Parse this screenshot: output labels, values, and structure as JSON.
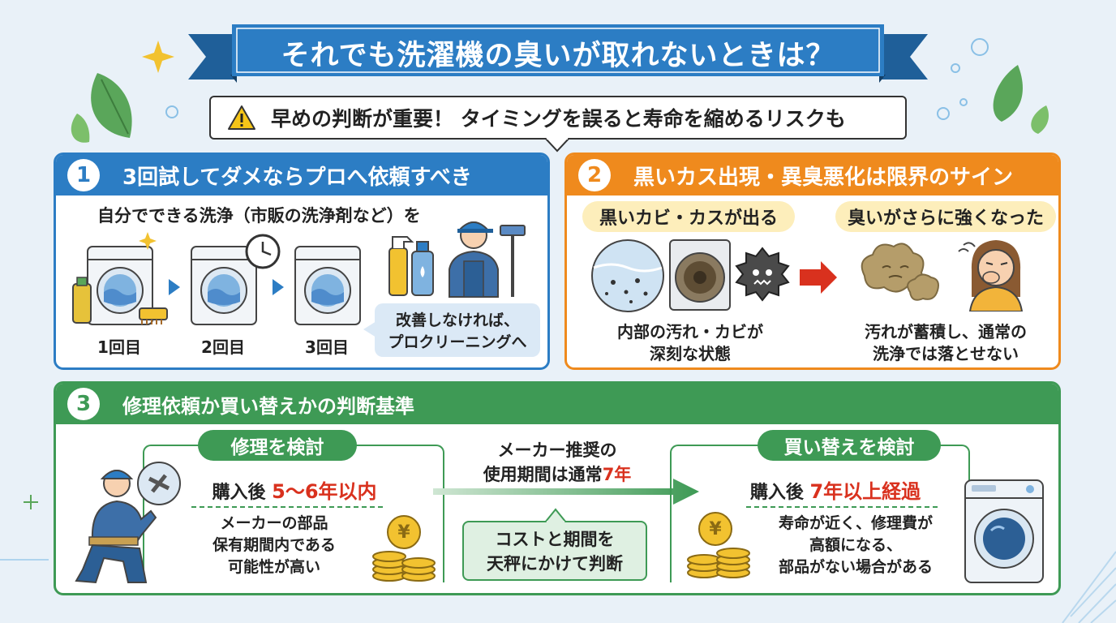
{
  "title": "それでも洗濯機の臭いが取れないときは？",
  "warning": "早めの判断が重要！ タイミングを誤ると寿命を縮めるリスクも",
  "panel1": {
    "number": "1",
    "title": "3回試してダメならプロへ依頼すべき",
    "intro": "自分でできる洗浄（市販の洗浄剤など）を",
    "steps": [
      "1回目",
      "2回目",
      "3回目"
    ],
    "callout_line1": "改善しなければ、",
    "callout_line2": "プロクリーニングへ"
  },
  "panel2": {
    "number": "2",
    "title": "黒いカス出現・異臭悪化は限界のサイン",
    "left_pill": "黒いカビ・カスが出る",
    "right_pill": "臭いがさらに強くなった",
    "left_line1": "内部の汚れ・カビが",
    "left_line2": "深刻な状態",
    "right_line1": "汚れが蓄積し、通常の",
    "right_line2": "洗浄では落とせない"
  },
  "panel3": {
    "number": "3",
    "title": "修理依頼か買い替えかの判断基準",
    "repair": {
      "label": "修理を検討",
      "after_prefix": "購入後 ",
      "after_value": "5〜6年以内",
      "desc_line1": "メーカーの部品",
      "desc_line2": "保有期間内である",
      "desc_line3": "可能性が高い"
    },
    "middle": {
      "line1": "メーカー推奨の",
      "line2_prefix": "使用期間は通常",
      "line2_value": "7年",
      "box_line1": "コストと期間を",
      "box_line2": "天秤にかけて判断"
    },
    "replace": {
      "label": "買い替えを検討",
      "after_prefix": "購入後 ",
      "after_value": "7年以上経過",
      "desc_line1": "寿命が近く、修理費が",
      "desc_line2": "高額になる、",
      "desc_line3": "部品がない場合がある"
    }
  },
  "yen_symbol": "¥",
  "colors": {
    "blue": "#2c7dc4",
    "orange": "#ef8a1d",
    "green": "#3e9a55",
    "red_highlight": "#d9311e",
    "pill_yellow": "#fdeebb"
  }
}
